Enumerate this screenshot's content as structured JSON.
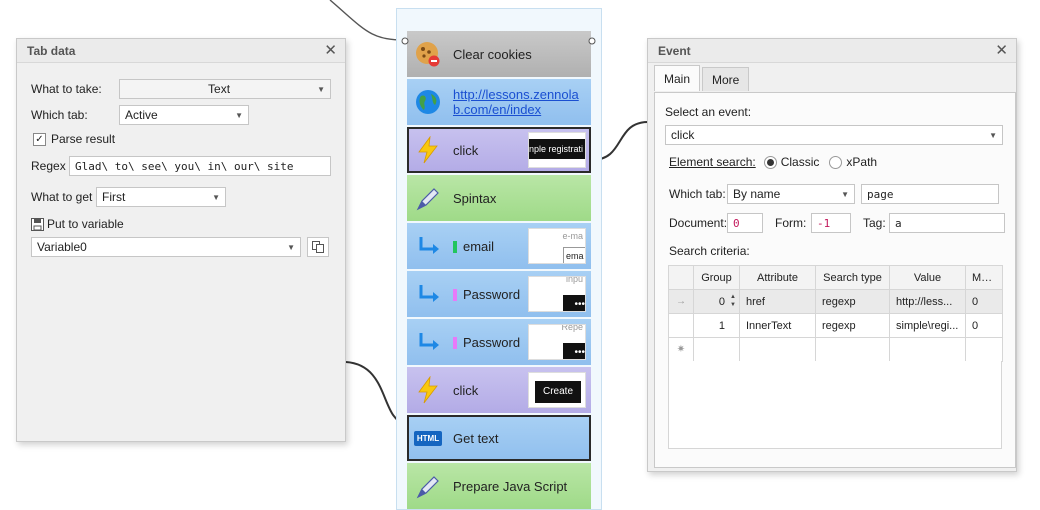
{
  "tab_data_panel": {
    "title": "Tab data",
    "what_to_take_label": "What to take:",
    "what_to_take_value": "Text",
    "which_tab_label": "Which tab:",
    "which_tab_value": "Active",
    "parse_result_label": "Parse result",
    "parse_result_checked": true,
    "regex_label": "Regex",
    "regex_value": "Glad\\ to\\ see\\ you\\ in\\ our\\ site",
    "what_to_get_label": "What to get",
    "what_to_get_value": "First",
    "put_to_variable_label": "Put to variable",
    "variable_value": "Variable0"
  },
  "action_list": {
    "items": [
      {
        "label": "Clear cookies",
        "style": "grey",
        "icon": "cookie-icon"
      },
      {
        "label": "http://lessons.zennolab.com/en/index",
        "label_line1": "http://lessons.zennola",
        "label_line2": "b.com/en/index",
        "style": "blue",
        "icon": "globe-icon"
      },
      {
        "label": "click",
        "style": "purple",
        "icon": "lightning-icon",
        "thumb_text": "nple registrati"
      },
      {
        "label": "Spintax",
        "style": "green",
        "icon": "pen-icon"
      },
      {
        "label": "email",
        "style": "blue",
        "icon": "arrow-icon",
        "pin_color": "#22c55e",
        "thumb_text_top": "e-ma",
        "thumb_text_bottom": "ema"
      },
      {
        "label": "Password",
        "style": "blue",
        "icon": "arrow-icon",
        "pin_color": "#e879f9",
        "thumb_text_top": "inpu"
      },
      {
        "label": "Password",
        "style": "blue",
        "icon": "arrow-icon",
        "pin_color": "#e879f9",
        "thumb_text_top": "Repe"
      },
      {
        "label": "click",
        "style": "purple",
        "icon": "lightning-icon",
        "thumb_button": "Create"
      },
      {
        "label": "Get text",
        "style": "blue",
        "icon": "html-icon",
        "icon_text": "HTML"
      },
      {
        "label": "Prepare Java Script",
        "style": "green",
        "icon": "pen-icon"
      }
    ]
  },
  "event_panel": {
    "title": "Event",
    "tabs": [
      "Main",
      "More"
    ],
    "select_event_label": "Select an event:",
    "event_value": "click",
    "element_search_label": "Element search:",
    "radio_classic": "Classic",
    "radio_xpath": "xPath",
    "which_tab_label": "Which tab:",
    "which_tab_value": "By name",
    "which_tab_name": "page",
    "document_label": "Document:",
    "document_value": "0",
    "form_label": "Form:",
    "form_value": "-1",
    "tag_label": "Tag:",
    "tag_value": "a",
    "search_criteria_label": "Search criteria:",
    "columns": [
      "",
      "Group",
      "Attribute",
      "Search type",
      "Value",
      "Ma..."
    ],
    "rows": [
      {
        "indicator": "→",
        "group": "0",
        "attribute": "href",
        "search_type": "regexp",
        "value": "http://less...",
        "match": "0"
      },
      {
        "indicator": "",
        "group": "1",
        "attribute": "InnerText",
        "search_type": "regexp",
        "value": "simple\\regi...",
        "match": "0"
      },
      {
        "indicator": "✷",
        "group": "",
        "attribute": "",
        "search_type": "",
        "value": "",
        "match": ""
      }
    ]
  }
}
